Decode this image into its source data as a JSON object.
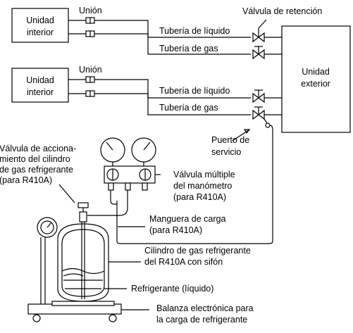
{
  "labels": {
    "union_1": "Unión",
    "union_2": "Unión",
    "indoor_1_line1": "Unidad",
    "indoor_1_line2": "interior",
    "indoor_2_line1": "Unidad",
    "indoor_2_line2": "interior",
    "outdoor_line1": "Unidad",
    "outdoor_line2": "exterior",
    "check_valve": "Válvula de retención",
    "liquid_pipe_1": "Tubería de líquido",
    "gas_pipe_1": "Tubería de gas",
    "liquid_pipe_2": "Tubería de líquido",
    "gas_pipe_2": "Tubería de gas",
    "service_port_line1": "Puerto de",
    "service_port_line2": "servicio",
    "cylinder_valve_line1": "Válvula de acciona-",
    "cylinder_valve_line2": "miento del cilindro",
    "cylinder_valve_line3": "de gas refrigerante",
    "cylinder_valve_line4": "(para R410A)",
    "manifold_line1": "Válvula múltiple",
    "manifold_line2": "del manómetro",
    "manifold_line3": "(para R410A)",
    "hose_line1": "Manguera de carga",
    "hose_line2": "(para R410A)",
    "cylinder_line1": "Cilindro de gas refrigerante",
    "cylinder_line2": "del R410A con sifón",
    "refrigerant_liquid": "Refrigerante (líquido)",
    "scale_line1": "Balanza electrónica para",
    "scale_line2": "la carga de refrigerante"
  }
}
